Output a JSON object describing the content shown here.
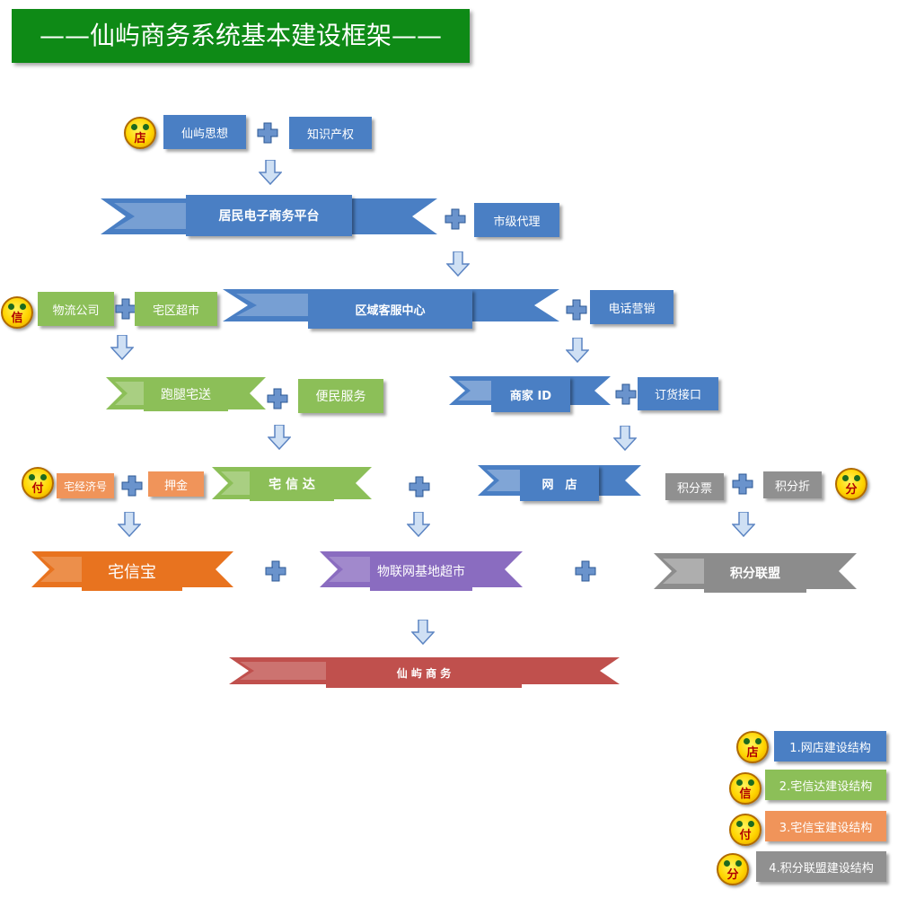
{
  "title": "——仙屿商务系统基本建设框架——",
  "nodes": {
    "xianyu_sixiang": "仙屿思想",
    "zhishi_chanquan": "知识产权",
    "jumin_platform": "居民电子商务平台",
    "shiji_daili": "市级代理",
    "wuliu_gongsi": "物流公司",
    "zhaiqu_chaoshi": "宅区超市",
    "quyu_kefu": "区域客服中心",
    "dianhua_yingxiao": "电话营销",
    "paotui_zhaisong": "跑腿宅送",
    "bianmin_fuwu": "便民服务",
    "shangjia_id": "商家 ID",
    "dinghuo_jiekou": "订货接口",
    "zhaijingji_hao": "宅经济号",
    "yajin": "押金",
    "zhaixinda": "宅 信 达",
    "wangdian": "网　店",
    "jifen_piao": "积分票",
    "jifen_zhe": "积分折",
    "zhaixinbao": "宅信宝",
    "wulianwang": "物联网基地超市",
    "jifen_lianmeng": "积分联盟",
    "xianyu_shangwu": "仙 屿 商 务"
  },
  "badges": {
    "dian": "店",
    "xin": "信",
    "fu": "付",
    "fen": "分"
  },
  "legend": [
    {
      "badge": "店",
      "label": "1.网店建设结构",
      "color": "#4a7fc4"
    },
    {
      "badge": "信",
      "label": "2.宅信达建设结构",
      "color": "#8cbf58"
    },
    {
      "badge": "付",
      "label": "3.宅信宝建设结构",
      "color": "#f0945a"
    },
    {
      "badge": "分",
      "label": "4.积分联盟建设结构",
      "color": "#909090"
    }
  ],
  "colors": {
    "title_bg": "#0e8a16",
    "blue": "#4a7fc4",
    "green": "#8cbf58",
    "orange": "#f0945a",
    "purple": "#8a6cc0",
    "gray": "#909090",
    "red": "#c0504d"
  },
  "icons": {
    "plus": "plus-icon",
    "arrow": "down-arrow-icon",
    "badge": "smiley-badge-icon"
  }
}
